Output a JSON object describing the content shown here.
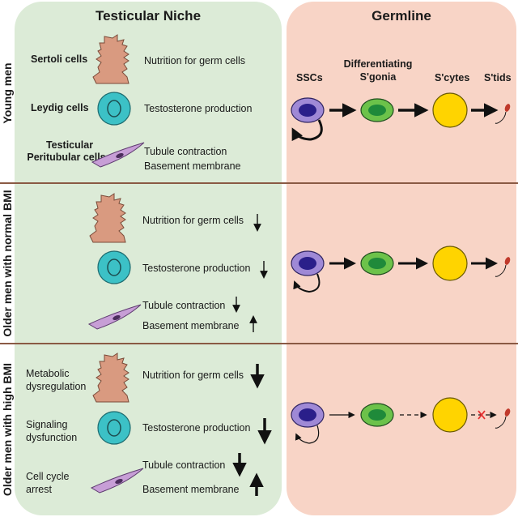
{
  "headers": {
    "niche": "Testicular Niche",
    "germline": "Germline"
  },
  "rows": {
    "young": "Young men",
    "older_normal": "Older men with normal BMI",
    "older_high": "Older men with high BMI"
  },
  "cells": {
    "sertoli": "Sertoli cells",
    "leydig": "Leydig cells",
    "peritubular_1": "Testicular",
    "peritubular_2": "Peritubular cells"
  },
  "functions": {
    "nutrition": "Nutrition for germ cells",
    "testosterone": "Testosterone production",
    "tubule": "Tubule contraction",
    "basement": "Basement membrane"
  },
  "stages": {
    "sscs": "SSCs",
    "diff_1": "Differentiating",
    "diff_2": "S'gonia",
    "scytes": "S'cytes",
    "stids": "S'tids"
  },
  "defects": {
    "metabolic_1": "Metabolic",
    "metabolic_2": "dysregulation",
    "signaling_1": "Signaling",
    "signaling_2": "dysfunction",
    "cellcycle_1": "Cell cycle",
    "cellcycle_2": "arrest"
  },
  "colors": {
    "niche_bg": "#dcebd7",
    "germ_bg": "#f8d4c6",
    "divider": "#8a5a44",
    "sertoli": "#d99a80",
    "leydig": "#3cc1c6",
    "peritubular": "#c79ed6",
    "ssc": "#9f89d6",
    "ssc_nucleus": "#2a1f8a",
    "spermatogonia": "#6cc24a",
    "spermatogonia_nucleus": "#1f8a3a",
    "spermatocyte": "#ffd400",
    "spermatid": "#c0392b",
    "block": "#e53030"
  },
  "icons": [
    "sertoli-cell-icon",
    "leydig-cell-icon",
    "peritubular-cell-icon",
    "ssc-icon",
    "spermatogonia-icon",
    "spermatocyte-icon",
    "spermatid-icon",
    "self-renewal-arrow-icon",
    "block-x-icon"
  ]
}
